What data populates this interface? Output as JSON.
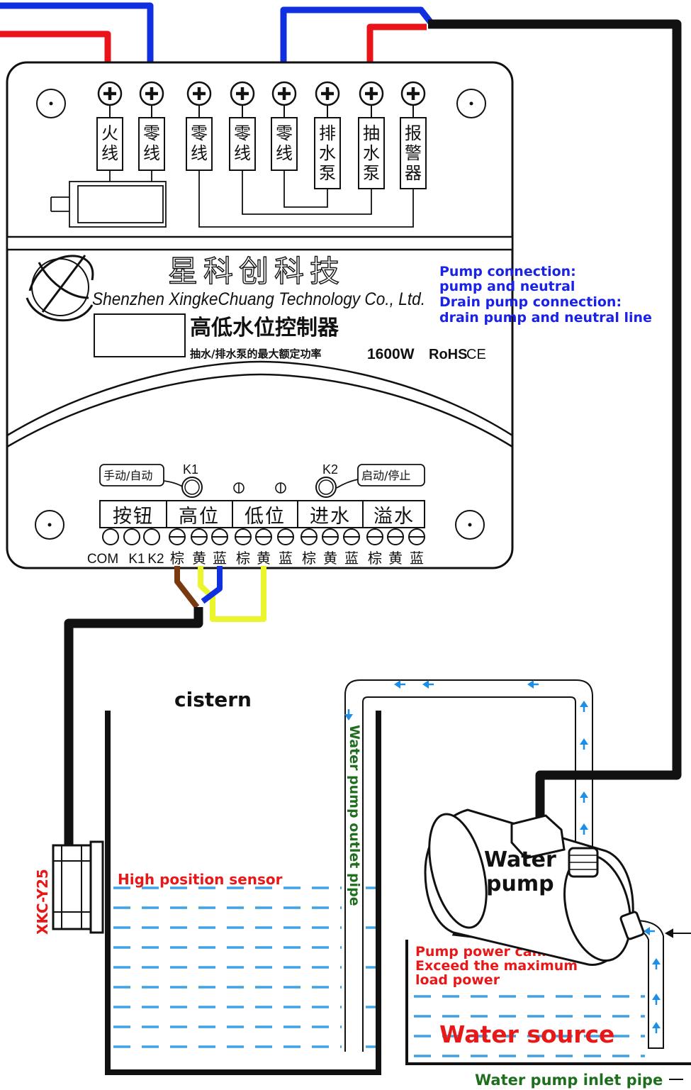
{
  "terminals_top": [
    {
      "label": "火线"
    },
    {
      "label": "零线"
    },
    {
      "label": "零线"
    },
    {
      "label": "零线"
    },
    {
      "label": "零线"
    },
    {
      "label": "排水泵"
    },
    {
      "label": "抽水泵"
    },
    {
      "label": "报警器"
    }
  ],
  "brand": {
    "name_cn": "星科创科技",
    "company_en": "Shenzhen XingkeChuang Technology Co., Ltd.",
    "product": "高低水位控制器",
    "spec_prefix": "抽水/排水泵的最大额定功率",
    "spec_power": "1600W",
    "cert_rohs": "RoHS",
    "cert_ce": "CE"
  },
  "note": {
    "line1": "Pump connection:",
    "line2": "pump and neutral",
    "line3": "Drain pump connection:",
    "line4": "drain pump and neutral line",
    "color": "#1a22e6"
  },
  "switches": {
    "k1_label": "K1",
    "k1_mode": "手动/自动",
    "k2_label": "K2",
    "k2_mode": "启动/停止"
  },
  "bottom_groups": [
    {
      "label": "按钮"
    },
    {
      "label": "高位"
    },
    {
      "label": "低位"
    },
    {
      "label": "进水"
    },
    {
      "label": "溢水"
    }
  ],
  "bottom_terminals": [
    "COM",
    "K1",
    "K2",
    "棕",
    "黄",
    "蓝",
    "棕",
    "黄",
    "蓝",
    "棕",
    "黄",
    "蓝",
    "棕",
    "黄",
    "蓝"
  ],
  "labels": {
    "cistern": "cistern",
    "sensor_model": "XKC-Y25",
    "high_sensor": "High position sensor",
    "outlet_pipe": "Water pump outlet pipe",
    "pump_line1": "Water",
    "pump_line2": "pump",
    "power_line1": "Pump power cannot",
    "power_line2": "Exceed the maximum",
    "power_line3": "load power",
    "water_source": "Water source",
    "inlet_pipe": "Water pump inlet pipe"
  },
  "colors": {
    "live_wire": "#e8141a",
    "neutral_wire": "#1030e0",
    "brown_wire": "#7a3a10",
    "yellow_wire": "#eaf52a",
    "water_dash": "#3fa2e6",
    "arrow": "#1e8fe6",
    "red_text": "#e81818",
    "green_text": "#1e6e1e"
  }
}
